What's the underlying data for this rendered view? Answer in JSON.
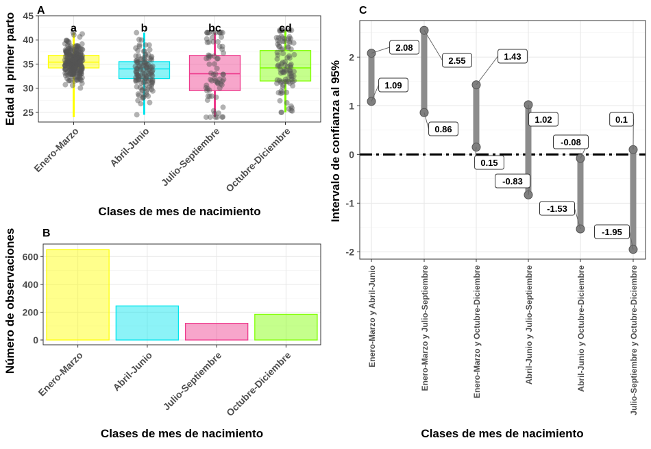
{
  "chart_data": [
    {
      "panel_label": "A",
      "type": "boxplot",
      "xlabel": "Clases de mes de nacimiento",
      "ylabel": "Edad al primer parto",
      "ylim": [
        23,
        45
      ],
      "yticks": [
        25,
        30,
        35,
        40,
        45
      ],
      "grid": true,
      "categories": [
        "Enero-Marzo",
        "Abril-Junio",
        "Julio-Septiembre",
        "Octubre-Diciembre"
      ],
      "colors": [
        "#ffff00",
        "#00e5ee",
        "#ee3a8c",
        "#7fff00"
      ],
      "letters": [
        "a",
        "b",
        "bc",
        "cd"
      ],
      "boxes": [
        {
          "q1": 34.2,
          "median": 35.4,
          "q3": 36.8,
          "whisker_low": 24.0,
          "whisker_high": 41.5
        },
        {
          "q1": 32.0,
          "median": 34.0,
          "q3": 35.5,
          "whisker_low": 24.5,
          "whisker_high": 41.5
        },
        {
          "q1": 29.5,
          "median": 33.0,
          "q3": 36.8,
          "whisker_low": 24.0,
          "whisker_high": 41.5
        },
        {
          "q1": 31.5,
          "median": 34.2,
          "q3": 37.8,
          "whisker_low": 25.0,
          "whisker_high": 42.0
        }
      ],
      "jitter_counts": [
        260,
        120,
        70,
        95
      ]
    },
    {
      "panel_label": "B",
      "type": "bar",
      "xlabel": "Clases de mes de nacimiento",
      "ylabel": "Número de observaciones",
      "ylim": [
        0,
        690
      ],
      "yticks": [
        0,
        200,
        400,
        600
      ],
      "grid": true,
      "categories": [
        "Enero-Marzo",
        "Abril-Junio",
        "Julio-Septiembre",
        "Octubre-Diciembre"
      ],
      "values": [
        650,
        245,
        120,
        185
      ],
      "colors": [
        "#ffff00",
        "#00e5ee",
        "#ee3a8c",
        "#7fff00"
      ]
    },
    {
      "panel_label": "C",
      "type": "interval",
      "xlabel": "Clases de mes de nacimiento",
      "ylabel": "Intervalo de confianza al 95%",
      "ylim": [
        -2.15,
        2.75
      ],
      "yticks": [
        -2,
        -1,
        0,
        1,
        2
      ],
      "reference_line": 0,
      "grid": true,
      "categories": [
        "Enero-Marzo y Abril-Junio",
        "Enero-Marzo y Julio-Septiembre",
        "Enero-Marzo y Octubre-Diciembre",
        "Abril-Junio y Julio-Septiembre",
        "Abril-Junio y Octubre-Diciembre",
        "Julio-Septiembre y Octubre-Diciembre"
      ],
      "intervals": [
        {
          "low": 1.09,
          "high": 2.08,
          "low_label": "1.09",
          "high_label": "2.08"
        },
        {
          "low": 0.86,
          "high": 2.55,
          "low_label": "0.86",
          "high_label": "2.55"
        },
        {
          "low": 0.15,
          "high": 1.43,
          "low_label": "0.15",
          "high_label": "1.43"
        },
        {
          "low": -0.83,
          "high": 1.02,
          "low_label": "-0.83",
          "high_label": "1.02"
        },
        {
          "low": -1.53,
          "high": -0.08,
          "low_label": "-1.53",
          "high_label": "-0.08"
        },
        {
          "low": -1.95,
          "high": 0.1,
          "low_label": "-1.95",
          "high_label": "0.1"
        }
      ]
    }
  ]
}
